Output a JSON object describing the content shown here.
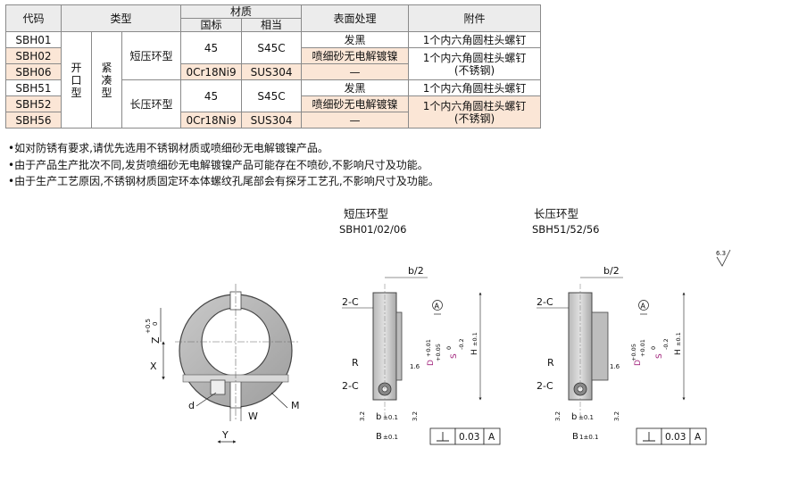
{
  "table": {
    "headers": {
      "code": "代码",
      "type": "类型",
      "material": "材质",
      "material_gb": "国标",
      "material_equiv": "相当",
      "surface": "表面处理",
      "accessory": "附件"
    },
    "type_labels": {
      "open": "开口型",
      "compact": "紧凑型",
      "short": "短压环型",
      "long": "长压环型"
    },
    "rows": [
      {
        "code": "SBH01",
        "gb": "45",
        "equiv": "S45C",
        "surface": "发黑",
        "accessory": "1个内六角圆柱头螺钉"
      },
      {
        "code": "SBH02",
        "gb": "45",
        "equiv": "S45C",
        "surface": "喷细砂无电解镀镍",
        "accessory": "1个内六角圆柱头螺钉"
      },
      {
        "code": "SBH06",
        "gb": "0Cr18Ni9",
        "equiv": "SUS304",
        "surface": "—",
        "accessory": "(不锈钢)"
      },
      {
        "code": "SBH51",
        "gb": "45",
        "equiv": "S45C",
        "surface": "发黑",
        "accessory": "1个内六角圆柱头螺钉"
      },
      {
        "code": "SBH52",
        "gb": "45",
        "equiv": "S45C",
        "surface": "喷细砂无电解镀镍",
        "accessory": "1个内六角圆柱头螺钉"
      },
      {
        "code": "SBH56",
        "gb": "0Cr18Ni9",
        "equiv": "SUS304",
        "surface": "—",
        "accessory": "(不锈钢)"
      }
    ]
  },
  "notes": [
    "•如对防锈有要求,请优先选用不锈钢材质或喷细砂无电解镀镍产品。",
    "•由于产品生产批次不同,发货喷细砂无电解镀镍产品可能存在不喷砂,不影响尺寸及功能。",
    "•由于生产工艺原因,不锈钢材质固定环本体螺纹孔尾部会有探牙工艺孔,不影响尺寸及功能。"
  ],
  "drawings": {
    "short_title": "短压环型",
    "short_codes": "SBH01/02/06",
    "long_title": "长压环型",
    "long_codes": "SBH51/52/56",
    "roughness": "6.3",
    "front_labels": {
      "z": "Z",
      "z_tol_up": "+0.5",
      "z_tol_low": "0",
      "x": "X",
      "d": "d",
      "w": "W",
      "m": "M",
      "y": "Y"
    },
    "side_labels": {
      "b_half": "b/2",
      "chamfer": "2-C",
      "r": "R",
      "datum": "A",
      "d_dim": "D",
      "d_tol_up": "+0.05",
      "d_tol_low": "+0.01",
      "s_dim": "S",
      "s_tol_up": "0",
      "s_tol_low": "-0.2",
      "h_dim": "H",
      "h_tol": "±0.1",
      "b_dim": "b",
      "b_tol": "±0.1",
      "big_b": "B",
      "big_b_tol_short": "±0.1",
      "big_b_tol_long": "1±0.1",
      "rough_small": "1.6",
      "rough_side": "3.2",
      "perp_value": "0.03",
      "perp_datum": "A"
    }
  }
}
